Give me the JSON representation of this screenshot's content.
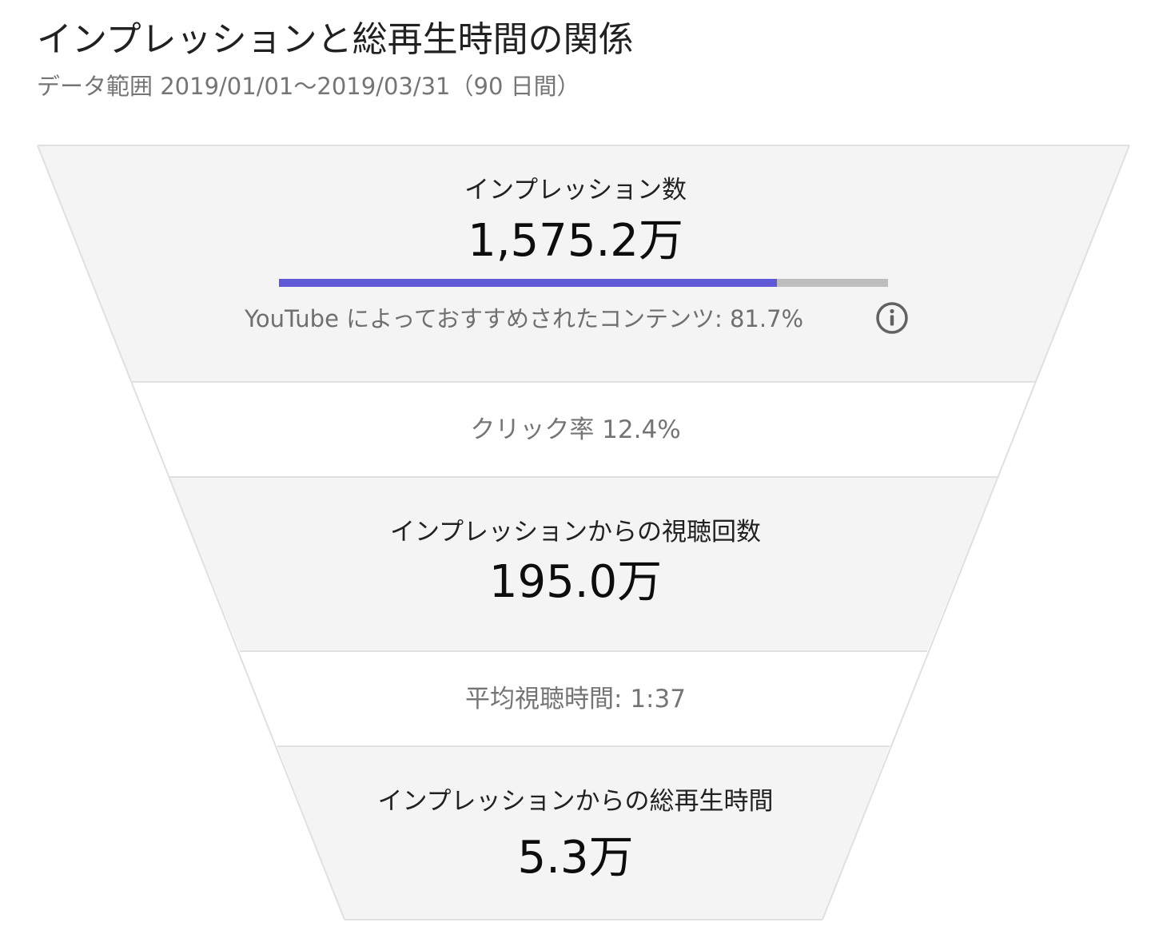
{
  "title": "インプレッションと総再生時間の関係",
  "subtitle": "データ範囲 2019/01/01〜2019/03/31（90 日間）",
  "colors": {
    "stage_fill": "#f4f4f4",
    "stage_border": "#e0e0e0",
    "accent": "#5f59d6",
    "bar_track": "#bdbdbd"
  },
  "chart_data": {
    "type": "funnel",
    "title": "インプレッションと総再生時間の関係",
    "stages": [
      {
        "label": "インプレッション数",
        "value": 15752000,
        "display": "1,575.2万"
      },
      {
        "label": "インプレッションからの視聴回数",
        "value": 1950000,
        "display": "195.0万"
      },
      {
        "label": "インプレッションからの総再生時間",
        "value": 53000,
        "display": "5.3万"
      }
    ],
    "rates": [
      {
        "text": "クリック率 12.4%"
      },
      {
        "text": "平均視聴時間: 1:37"
      }
    ],
    "recommended_share": {
      "text": "YouTube によっておすすめされたコンテンツ: 81.7%",
      "value": 81.7
    }
  },
  "info_icon": "info-circle-icon"
}
